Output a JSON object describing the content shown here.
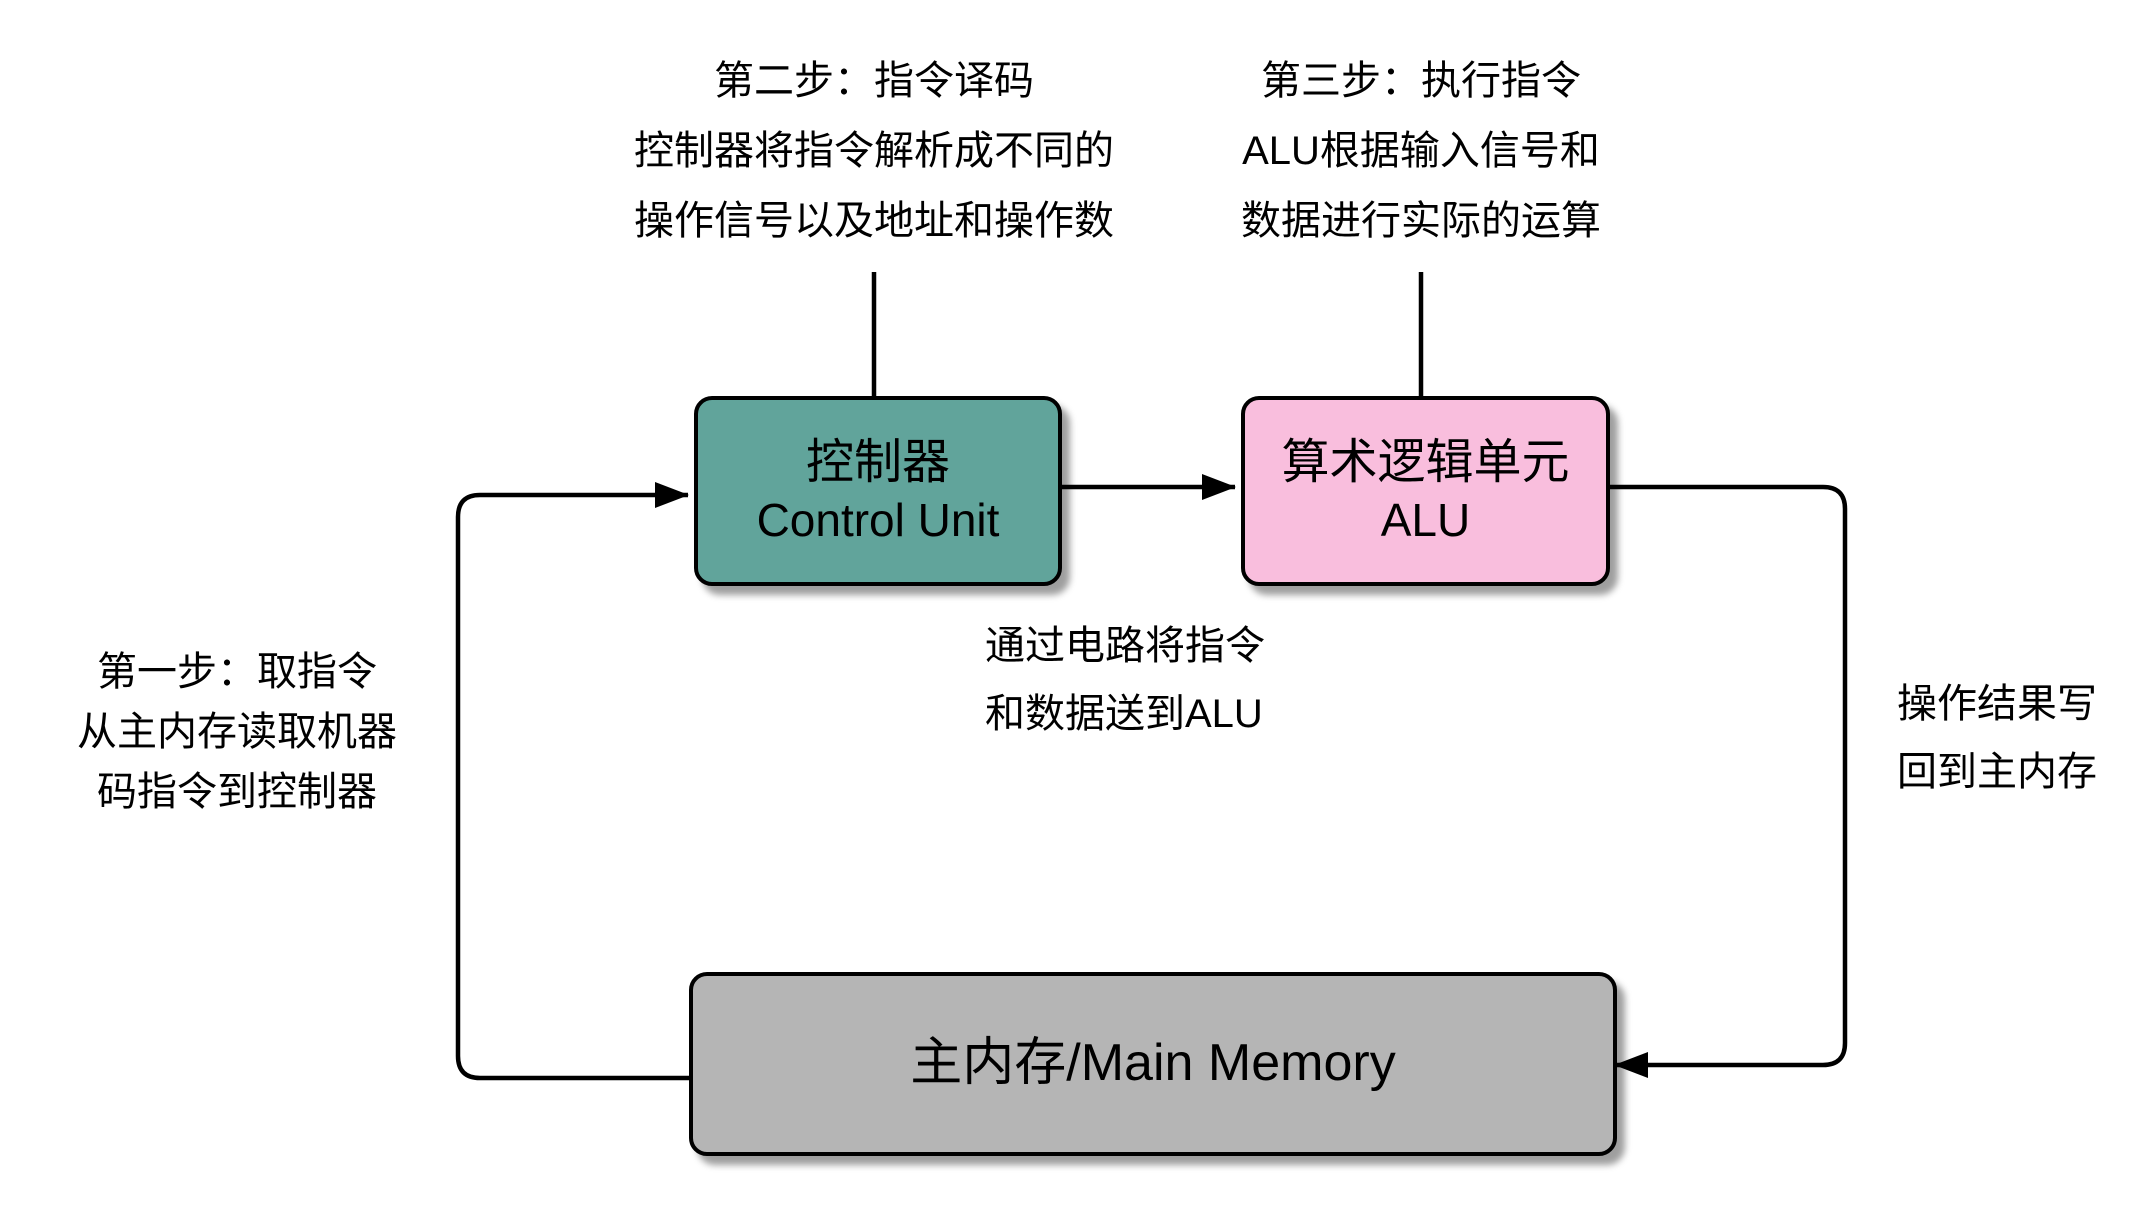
{
  "diagram": {
    "title": "CPU instruction cycle diagram",
    "boxes": {
      "control_unit": {
        "label_zh": "控制器",
        "label_en": "Control Unit",
        "fill": "#61a49b"
      },
      "alu": {
        "label_zh": "算术逻辑单元",
        "label_en": "ALU",
        "fill": "#f9bedd"
      },
      "main_memory": {
        "label": "主内存/Main Memory",
        "fill": "#b5b5b5"
      }
    },
    "annotations": {
      "step2": {
        "lines": [
          "第二步：指令译码",
          "控制器将指令解析成不同的",
          "操作信号以及地址和操作数"
        ]
      },
      "step3": {
        "lines": [
          "第三步：执行指令",
          "ALU根据输入信号和",
          "数据进行实际的运算"
        ]
      },
      "step1": {
        "lines": [
          "第一步：取指令",
          "从主内存读取机器",
          "码指令到控制器"
        ]
      },
      "to_alu": {
        "lines": [
          "通过电路将指令",
          "和数据送到ALU"
        ]
      },
      "write_back": {
        "lines": [
          "操作结果写",
          "回到主内存"
        ]
      }
    },
    "colors": {
      "line": "#000000",
      "background": "#ffffff"
    }
  }
}
